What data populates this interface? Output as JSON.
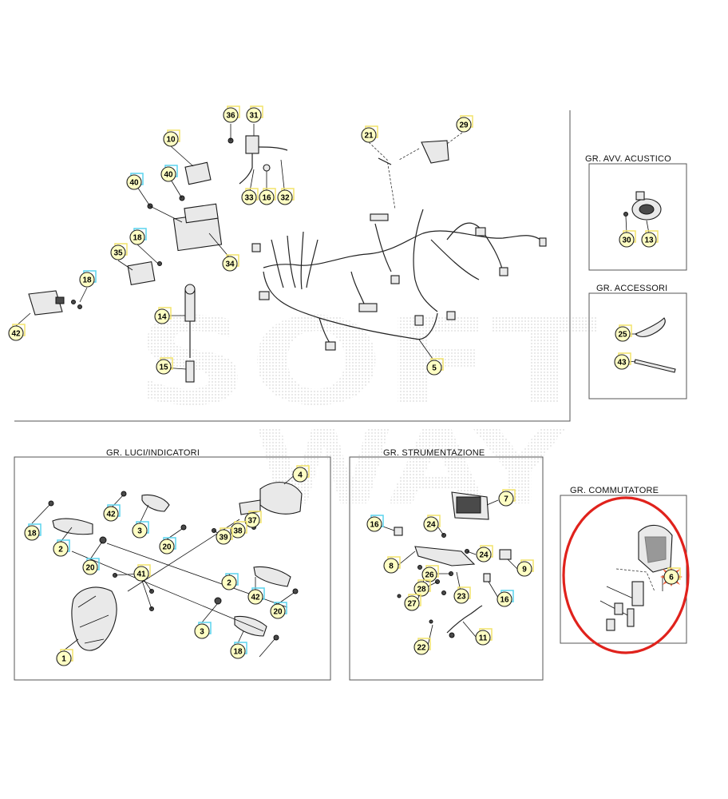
{
  "groups": {
    "avv_acustico": "GR. AVV. ACUSTICO",
    "accessori": "GR. ACCESSORI",
    "luci_indicatori": "GR. LUCI/INDICATORI",
    "strumentazione": "GR. STRUMENTAZIONE",
    "commutatore": "GR. COMMUTATORE"
  },
  "watermark": "SOFT WAY",
  "colors": {
    "callout_yellow": "#ffffc4",
    "callout_blue": "#5ad4ee",
    "highlight_ring": "#e0221c",
    "selected_marker": "#f0643c"
  },
  "highlighted_part": "6",
  "callouts": {
    "main": [
      "36",
      "31",
      "10",
      "40",
      "40",
      "33",
      "16",
      "32",
      "21",
      "29",
      "18",
      "35",
      "34",
      "18",
      "42",
      "14",
      "15",
      "5"
    ],
    "avv_acustico": [
      "30",
      "13"
    ],
    "accessori": [
      "25",
      "43"
    ],
    "luci_indicatori": [
      "4",
      "42",
      "18",
      "3",
      "37",
      "38",
      "39",
      "2",
      "20",
      "41",
      "20",
      "2",
      "42",
      "20",
      "3",
      "1",
      "18"
    ],
    "strumentazione": [
      "7",
      "16",
      "24",
      "24",
      "8",
      "9",
      "26",
      "28",
      "27",
      "23",
      "16",
      "11",
      "22"
    ],
    "commutatore": [
      "6"
    ]
  }
}
